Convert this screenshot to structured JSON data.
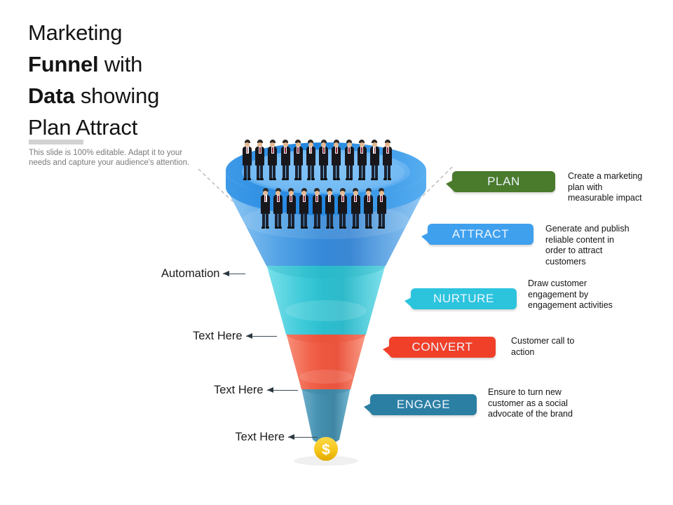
{
  "slide": {
    "title_lines": [
      {
        "parts": [
          {
            "text": "Marketing",
            "bold": false
          }
        ]
      },
      {
        "parts": [
          {
            "text": "Funnel",
            "bold": true
          },
          {
            "text": " with",
            "bold": false
          }
        ]
      },
      {
        "parts": [
          {
            "text": "Data",
            "bold": true
          },
          {
            "text": " showing",
            "bold": false
          }
        ]
      },
      {
        "parts": [
          {
            "text": "Plan Attract",
            "bold": false
          }
        ]
      }
    ],
    "title_plain": "Marketing Funnel with Data showing Plan Attract",
    "subtitle": "This slide is 100% editable. Adapt it to your needs and capture your audience's attention."
  },
  "left_labels": [
    {
      "text": "Automation"
    },
    {
      "text": "Text Here"
    },
    {
      "text": "Text Here"
    },
    {
      "text": "Text Here"
    }
  ],
  "stages": [
    {
      "label": "PLAN",
      "color": "#4a7a2c",
      "description": "Create a marketing plan with measurable impact"
    },
    {
      "label": "ATTRACT",
      "color": "#3fa0ee",
      "description": "Generate and publish reliable content in order to attract customers"
    },
    {
      "label": "NURTURE",
      "color": "#2cc4dd",
      "description": "Draw customer engagement by engagement activities"
    },
    {
      "label": "CONVERT",
      "color": "#f0402a",
      "description": "Customer call to action"
    },
    {
      "label": "ENGAGE",
      "color": "#2b7fa3",
      "description": "Ensure to turn new customer as a social advocate of the brand"
    }
  ],
  "funnel": {
    "bands": [
      {
        "name": "attract-band",
        "color": "#2f8fe0"
      },
      {
        "name": "nurture-band",
        "color": "#27c4d4"
      },
      {
        "name": "convert-band",
        "color": "#f0543a"
      },
      {
        "name": "engage-band",
        "color": "#3a8aad"
      }
    ],
    "rim_outer_color": "#2f8fe0",
    "rim_inner_color": "#69b4f2",
    "coin_color": "#f5c518",
    "coin_symbol": "$"
  },
  "people": {
    "top_row_count": 12,
    "bottom_row_count": 10
  }
}
